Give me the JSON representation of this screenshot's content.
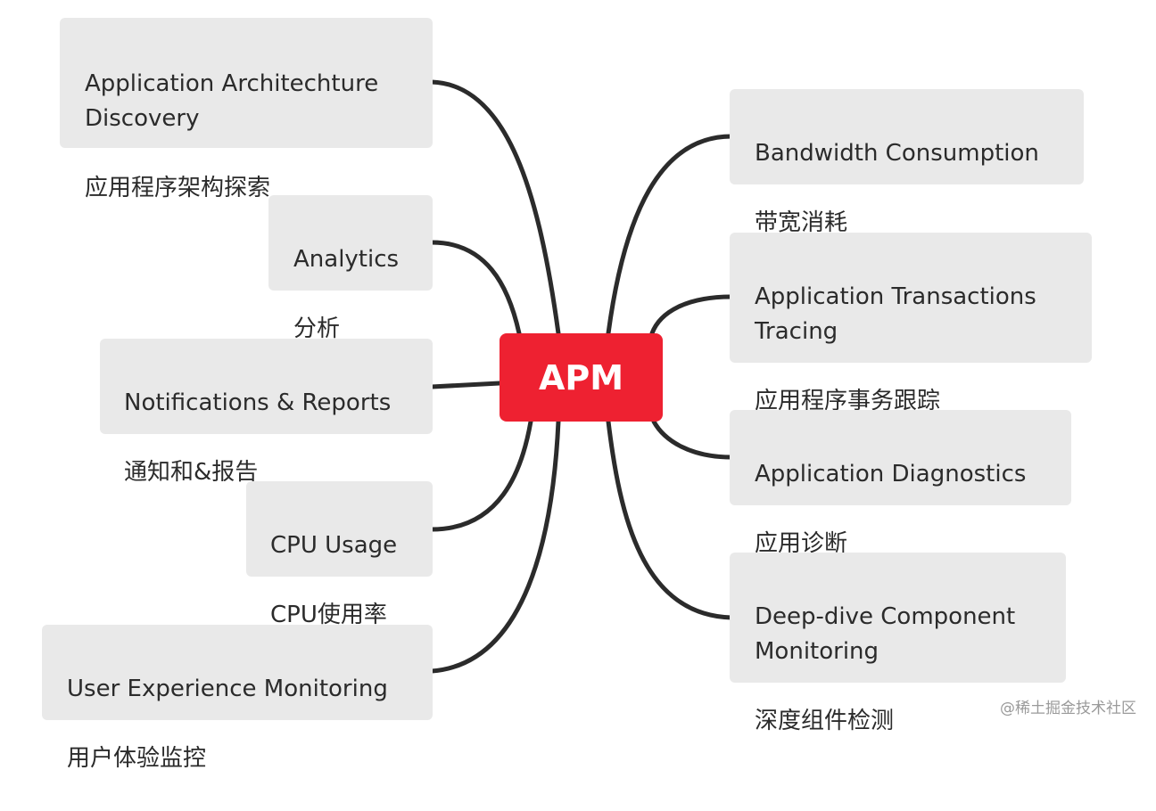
{
  "central": {
    "label": "APM",
    "color": "#ee2131"
  },
  "nodes": {
    "architecture": {
      "en": "Application Architechture\nDiscovery",
      "zh": "应用程序架构探索"
    },
    "analytics": {
      "en": "Analytics",
      "zh": "分析"
    },
    "notifications": {
      "en": "Notifications & Reports",
      "zh": "通知和&报告"
    },
    "cpu": {
      "en": "CPU Usage",
      "zh": "CPU使用率"
    },
    "ux": {
      "en": "User Experience Monitoring",
      "zh": "用户体验监控"
    },
    "bandwidth": {
      "en": "Bandwidth Consumption",
      "zh": "带宽消耗"
    },
    "transactions": {
      "en": "Application Transactions\nTracing",
      "zh": "应用程序事务跟踪"
    },
    "diagnostics": {
      "en": "Application Diagnostics",
      "zh": "应用诊断"
    },
    "deepdive": {
      "en": "Deep-dive Component\nMonitoring",
      "zh": "深度组件检测"
    }
  },
  "watermark": "@稀土掘金技术社区",
  "colors": {
    "node_bg": "#e9e9e9",
    "connector": "#2b2b2b",
    "text": "#2b2b2b"
  }
}
